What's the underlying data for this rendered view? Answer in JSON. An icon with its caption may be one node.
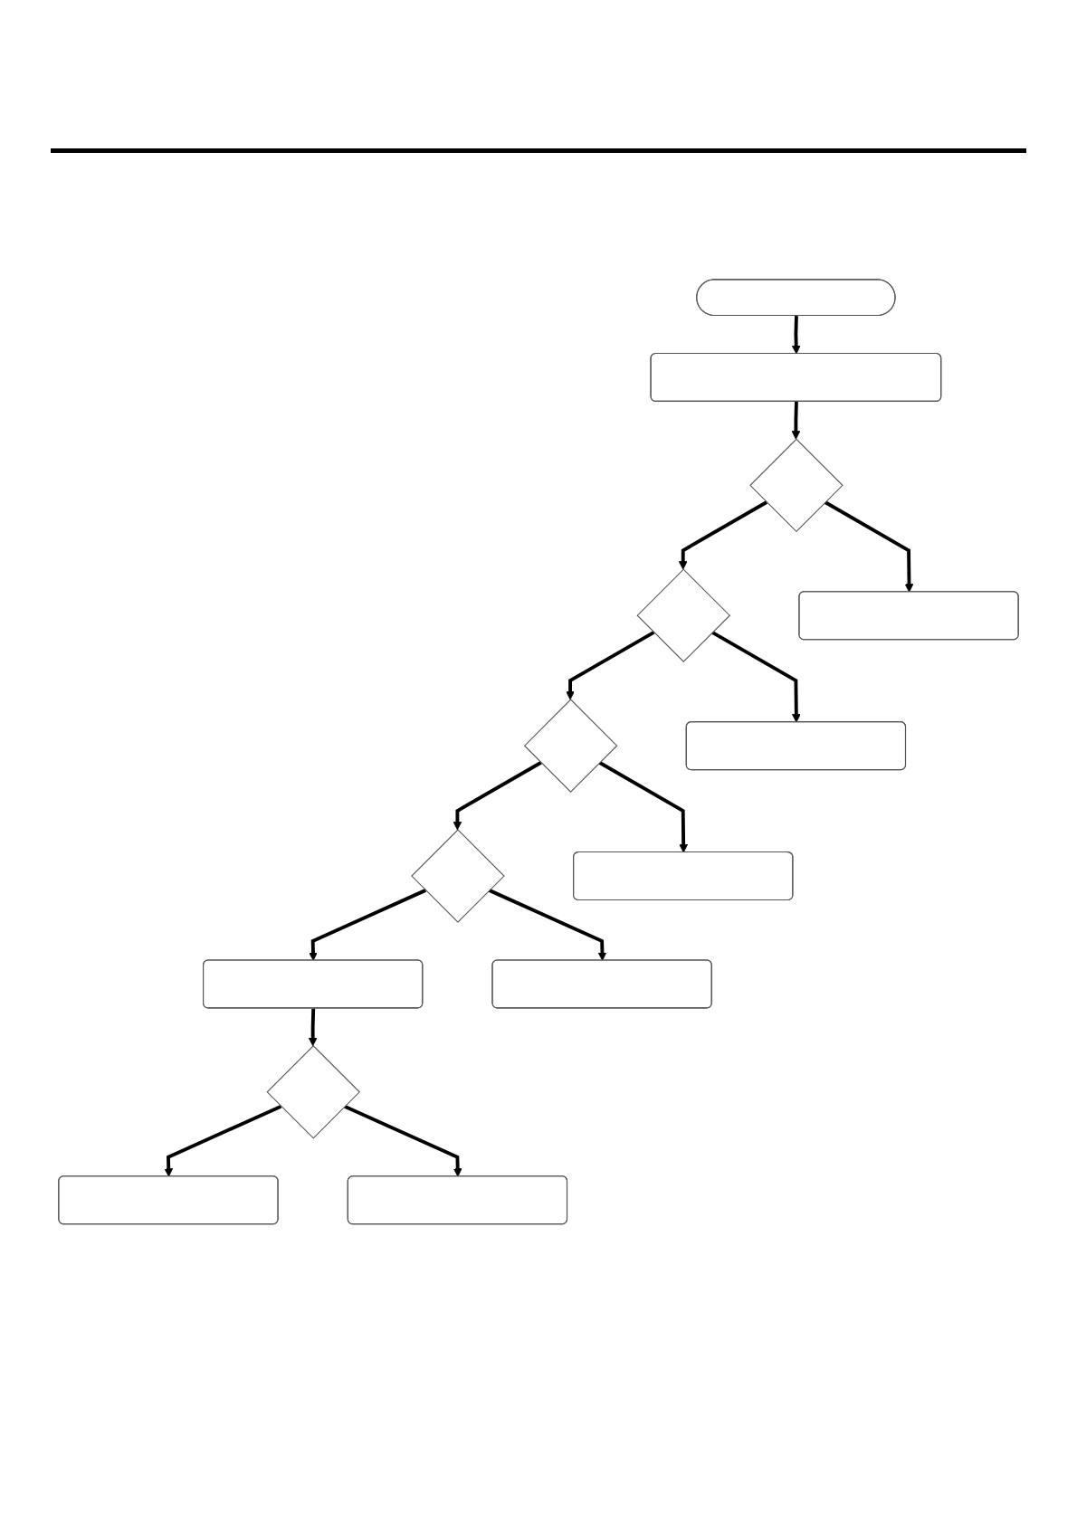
{
  "diagram": {
    "nodes": [
      {
        "text": [],
        "shape": "ellipse"
      },
      {
        "text": [],
        "shape": "box"
      },
      {
        "text": [],
        "shape": "diamond"
      },
      {
        "text": [],
        "shape": "box"
      },
      {
        "text": [],
        "shape": "diamond"
      },
      {
        "text": [],
        "shape": "box"
      },
      {
        "text": [],
        "shape": "diamond"
      },
      {
        "text": [],
        "shape": "box"
      },
      {
        "text": [],
        "shape": "diamond"
      },
      {
        "text": [],
        "shape": "box"
      },
      {
        "text": [],
        "shape": "box"
      },
      {
        "text": [],
        "shape": "diamond"
      },
      {
        "text": [],
        "shape": "box"
      },
      {
        "text": [],
        "shape": "box"
      }
    ],
    "edges": [
      {
        "from": 0,
        "to": 1,
        "arrow": "to"
      },
      {
        "from": 1,
        "to": 2,
        "arrow": "to"
      },
      {
        "from": 2,
        "to": 4,
        "arrow": "to"
      },
      {
        "from": 2,
        "to": 3,
        "arrow": "to"
      },
      {
        "from": 4,
        "to": 6,
        "arrow": "to"
      },
      {
        "from": 4,
        "to": 5,
        "arrow": "to"
      },
      {
        "from": 6,
        "to": 8,
        "arrow": "to"
      },
      {
        "from": 6,
        "to": 7,
        "arrow": "to"
      },
      {
        "from": 8,
        "to": 10,
        "arrow": "to"
      },
      {
        "from": 8,
        "to": 9,
        "arrow": "to"
      },
      {
        "from": 10,
        "to": 11,
        "arrow": "to"
      },
      {
        "from": 11,
        "to": 13,
        "arrow": "to"
      },
      {
        "from": 11,
        "to": 12,
        "arrow": "to"
      }
    ]
  }
}
